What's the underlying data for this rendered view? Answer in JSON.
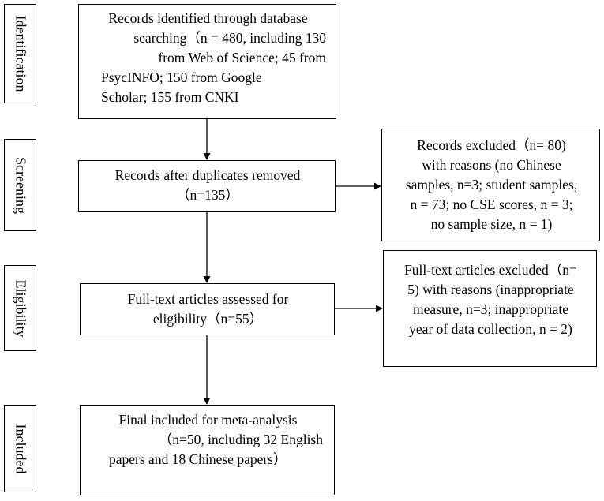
{
  "stages": {
    "identification": "Identification",
    "screening": "Screening",
    "eligibility": "Eligibility",
    "included": "Included"
  },
  "boxes": {
    "identified": [
      "Records identified through database",
      "searching（n = 480, including 130",
      "from Web of Science; 45 from",
      "PsycINFO; 150 from Google",
      "Scholar; 155 from CNKI"
    ],
    "screened": [
      "Records after duplicates removed",
      "（n=135）"
    ],
    "excluded_screen": [
      "Records excluded（n= 80)",
      "with reasons (no Chinese",
      "samples, n=3; student samples,",
      "n = 73; no CSE scores, n = 3;",
      "no sample size, n = 1)"
    ],
    "assessed": [
      "Full-text articles assessed for",
      "eligibility（n=55）"
    ],
    "excluded_fulltext": [
      "Full-text articles excluded（n=",
      "5) with reasons (inappropriate",
      "measure, n=3; inappropriate",
      "year of data collection, n = 2)"
    ],
    "final": [
      "Final included for meta-analysis",
      "（n=50, including 32 English",
      "papers and 18 Chinese papers）"
    ]
  },
  "colors": {
    "line": "#000000",
    "background": "#ffffff",
    "spellcheck_underline": "#d22020"
  }
}
